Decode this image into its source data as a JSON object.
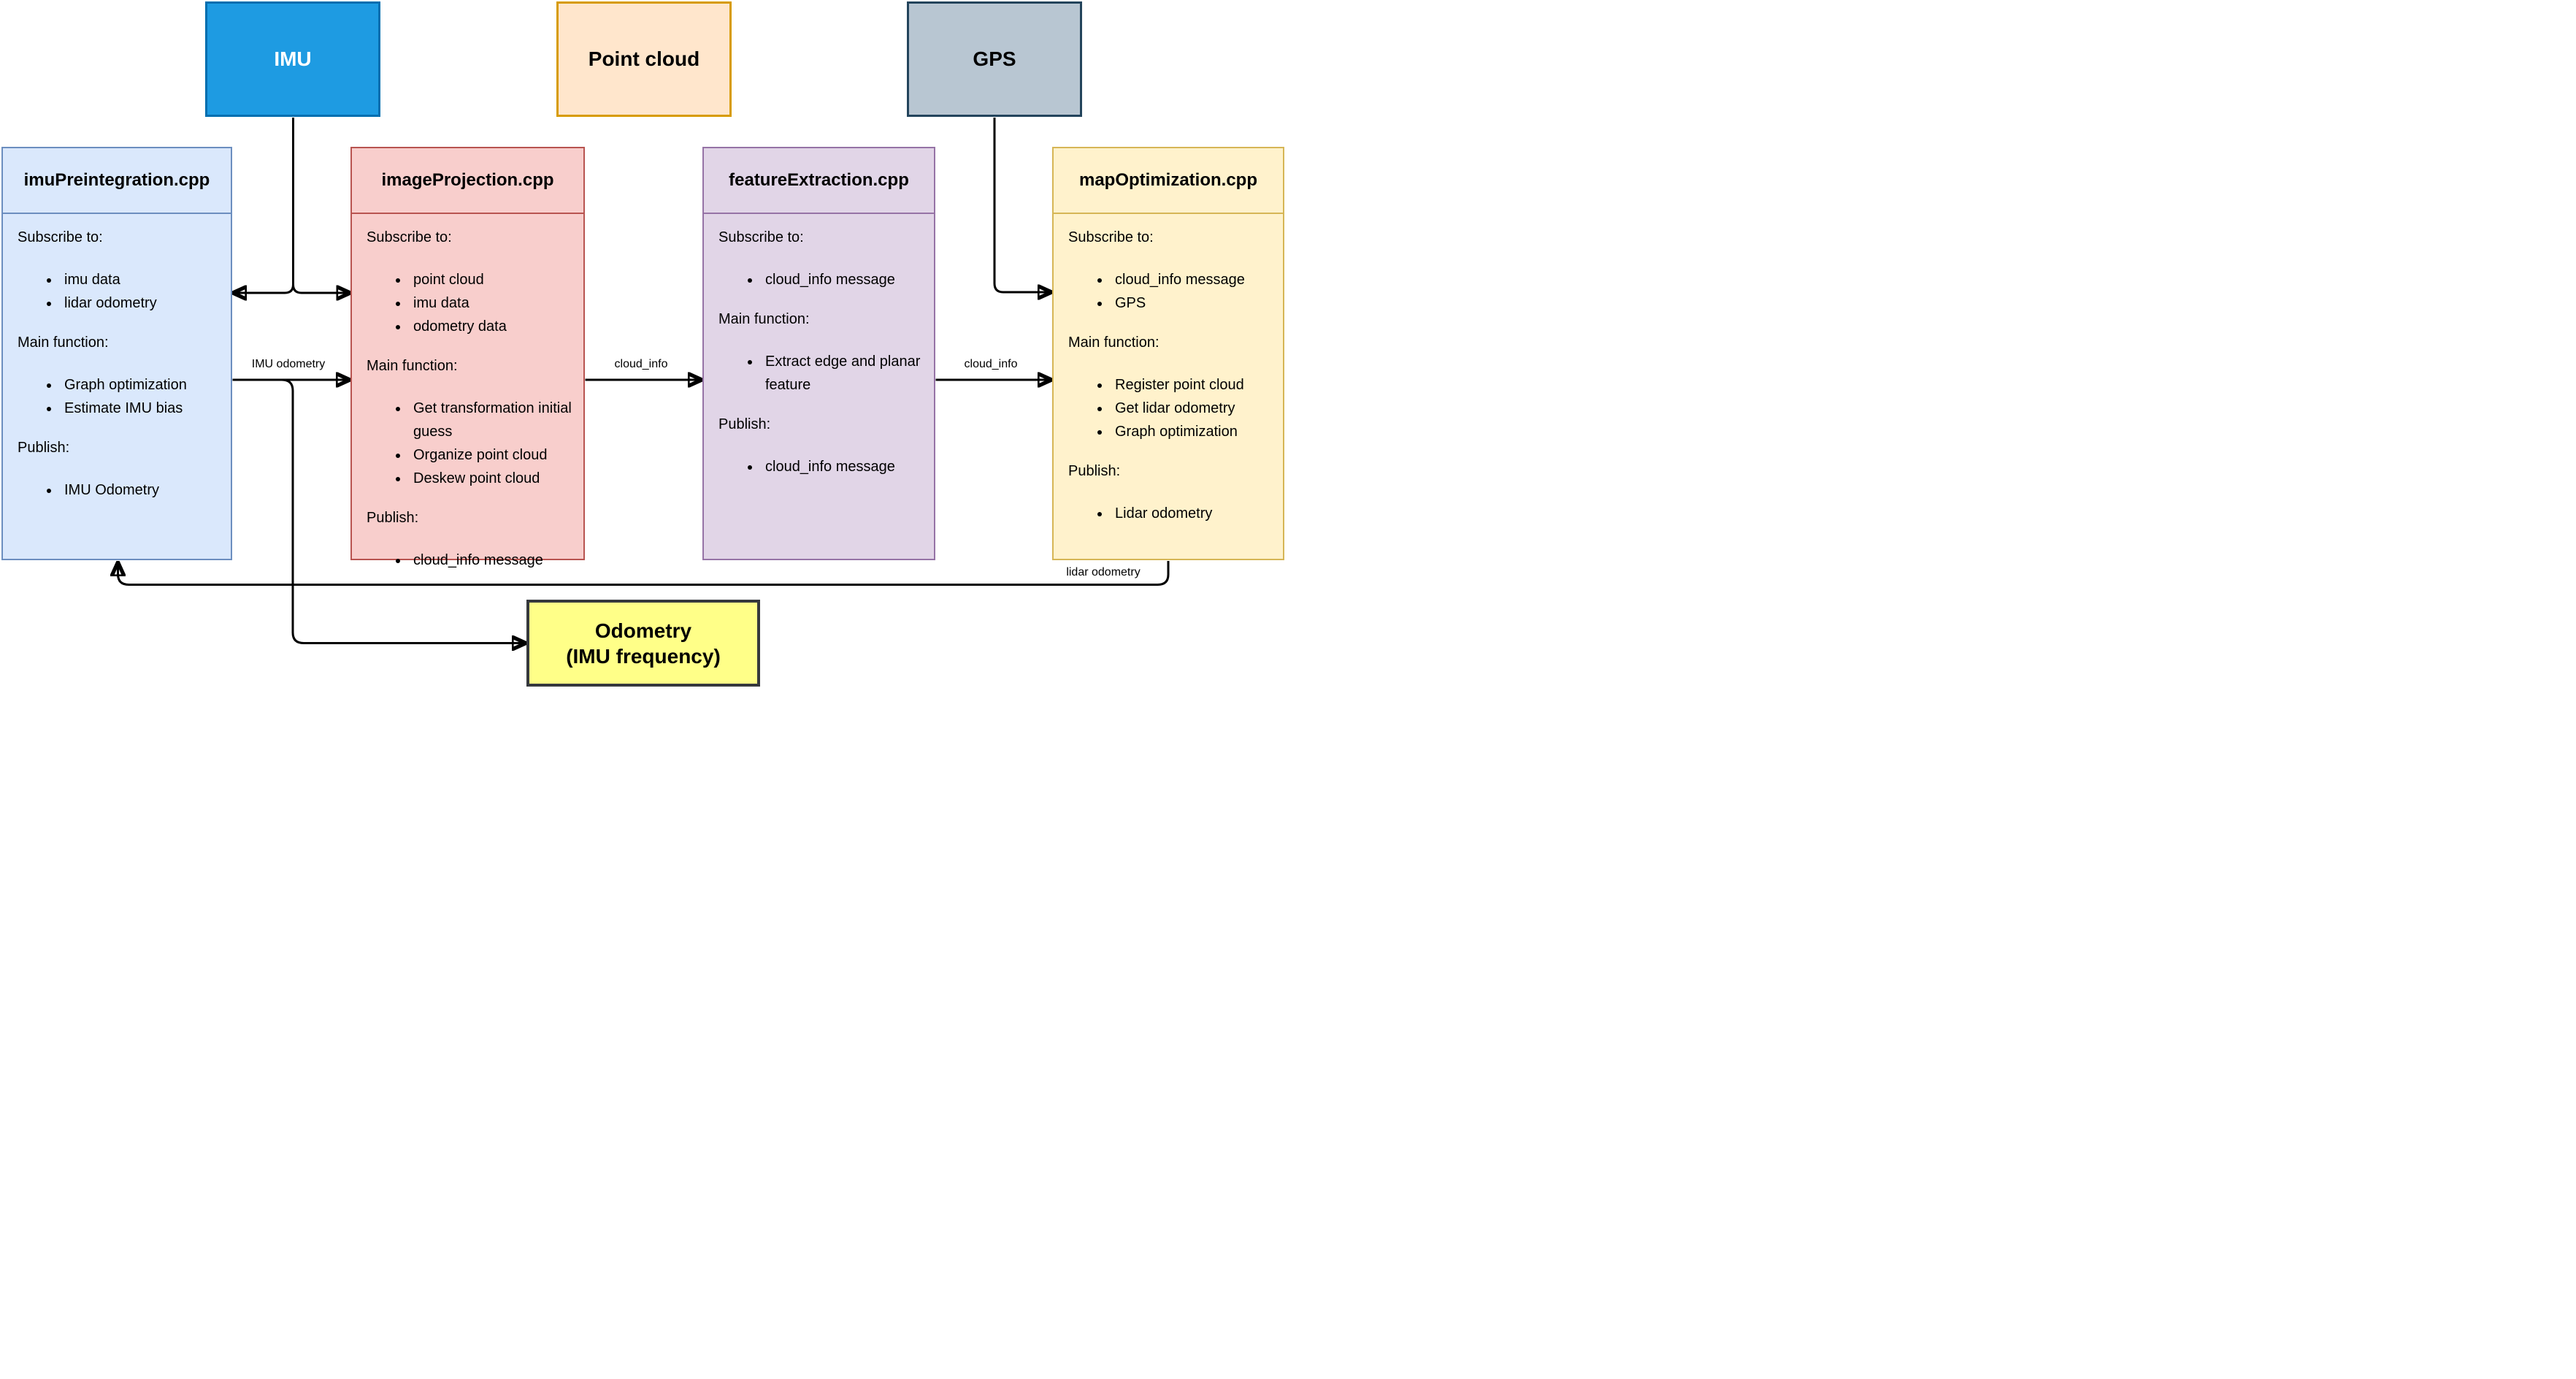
{
  "sources": [
    {
      "id": "imu",
      "label": "IMU",
      "fill": "#1e9be2",
      "border": "#006eaf",
      "text_color": "#ffffff"
    },
    {
      "id": "point-cloud",
      "label": "Point cloud",
      "fill": "#ffe6cc",
      "border": "#d79b00",
      "text_color": "#000000"
    },
    {
      "id": "gps",
      "label": "GPS",
      "fill": "#b8c6d2",
      "border": "#23445c",
      "text_color": "#000000"
    }
  ],
  "section_labels": {
    "subscribe": "Subscribe to:",
    "main": "Main function:",
    "publish": "Publish:"
  },
  "modules": [
    {
      "title": "imuPreintegration.cpp",
      "fill": "#dae8fc",
      "border": "#6c8ebf",
      "subscribe": [
        "imu data",
        "lidar odometry"
      ],
      "main": [
        "Graph optimization",
        "Estimate IMU bias"
      ],
      "publish": [
        "IMU Odometry"
      ]
    },
    {
      "title": "imageProjection.cpp",
      "fill": "#f8cecc",
      "border": "#b85450",
      "subscribe": [
        "point cloud",
        "imu data",
        "odometry data"
      ],
      "main": [
        "Get transformation initial guess",
        "Organize point cloud",
        "Deskew point cloud"
      ],
      "publish": [
        "cloud_info message"
      ]
    },
    {
      "title": "featureExtraction.cpp",
      "fill": "#e1d5e7",
      "border": "#9673a6",
      "subscribe": [
        "cloud_info message"
      ],
      "main": [
        "Extract edge and planar feature"
      ],
      "publish": [
        "cloud_info message"
      ]
    },
    {
      "title": "mapOptimization.cpp",
      "fill": "#fff2cc",
      "border": "#d6b656",
      "subscribe": [
        "cloud_info message",
        "GPS"
      ],
      "main": [
        "Register point cloud",
        "Get lidar odometry",
        "Graph optimization"
      ],
      "publish": [
        "Lidar odometry"
      ]
    }
  ],
  "output_box": {
    "label_line1": "Odometry",
    "label_line2": "(IMU frequency)",
    "fill": "#ffff88",
    "border": "#36393d"
  },
  "edge_labels": {
    "imu_odometry": "IMU odometry",
    "cloud_info_1": "cloud_info",
    "cloud_info_2": "cloud_info",
    "lidar_odometry": "lidar odometry"
  }
}
